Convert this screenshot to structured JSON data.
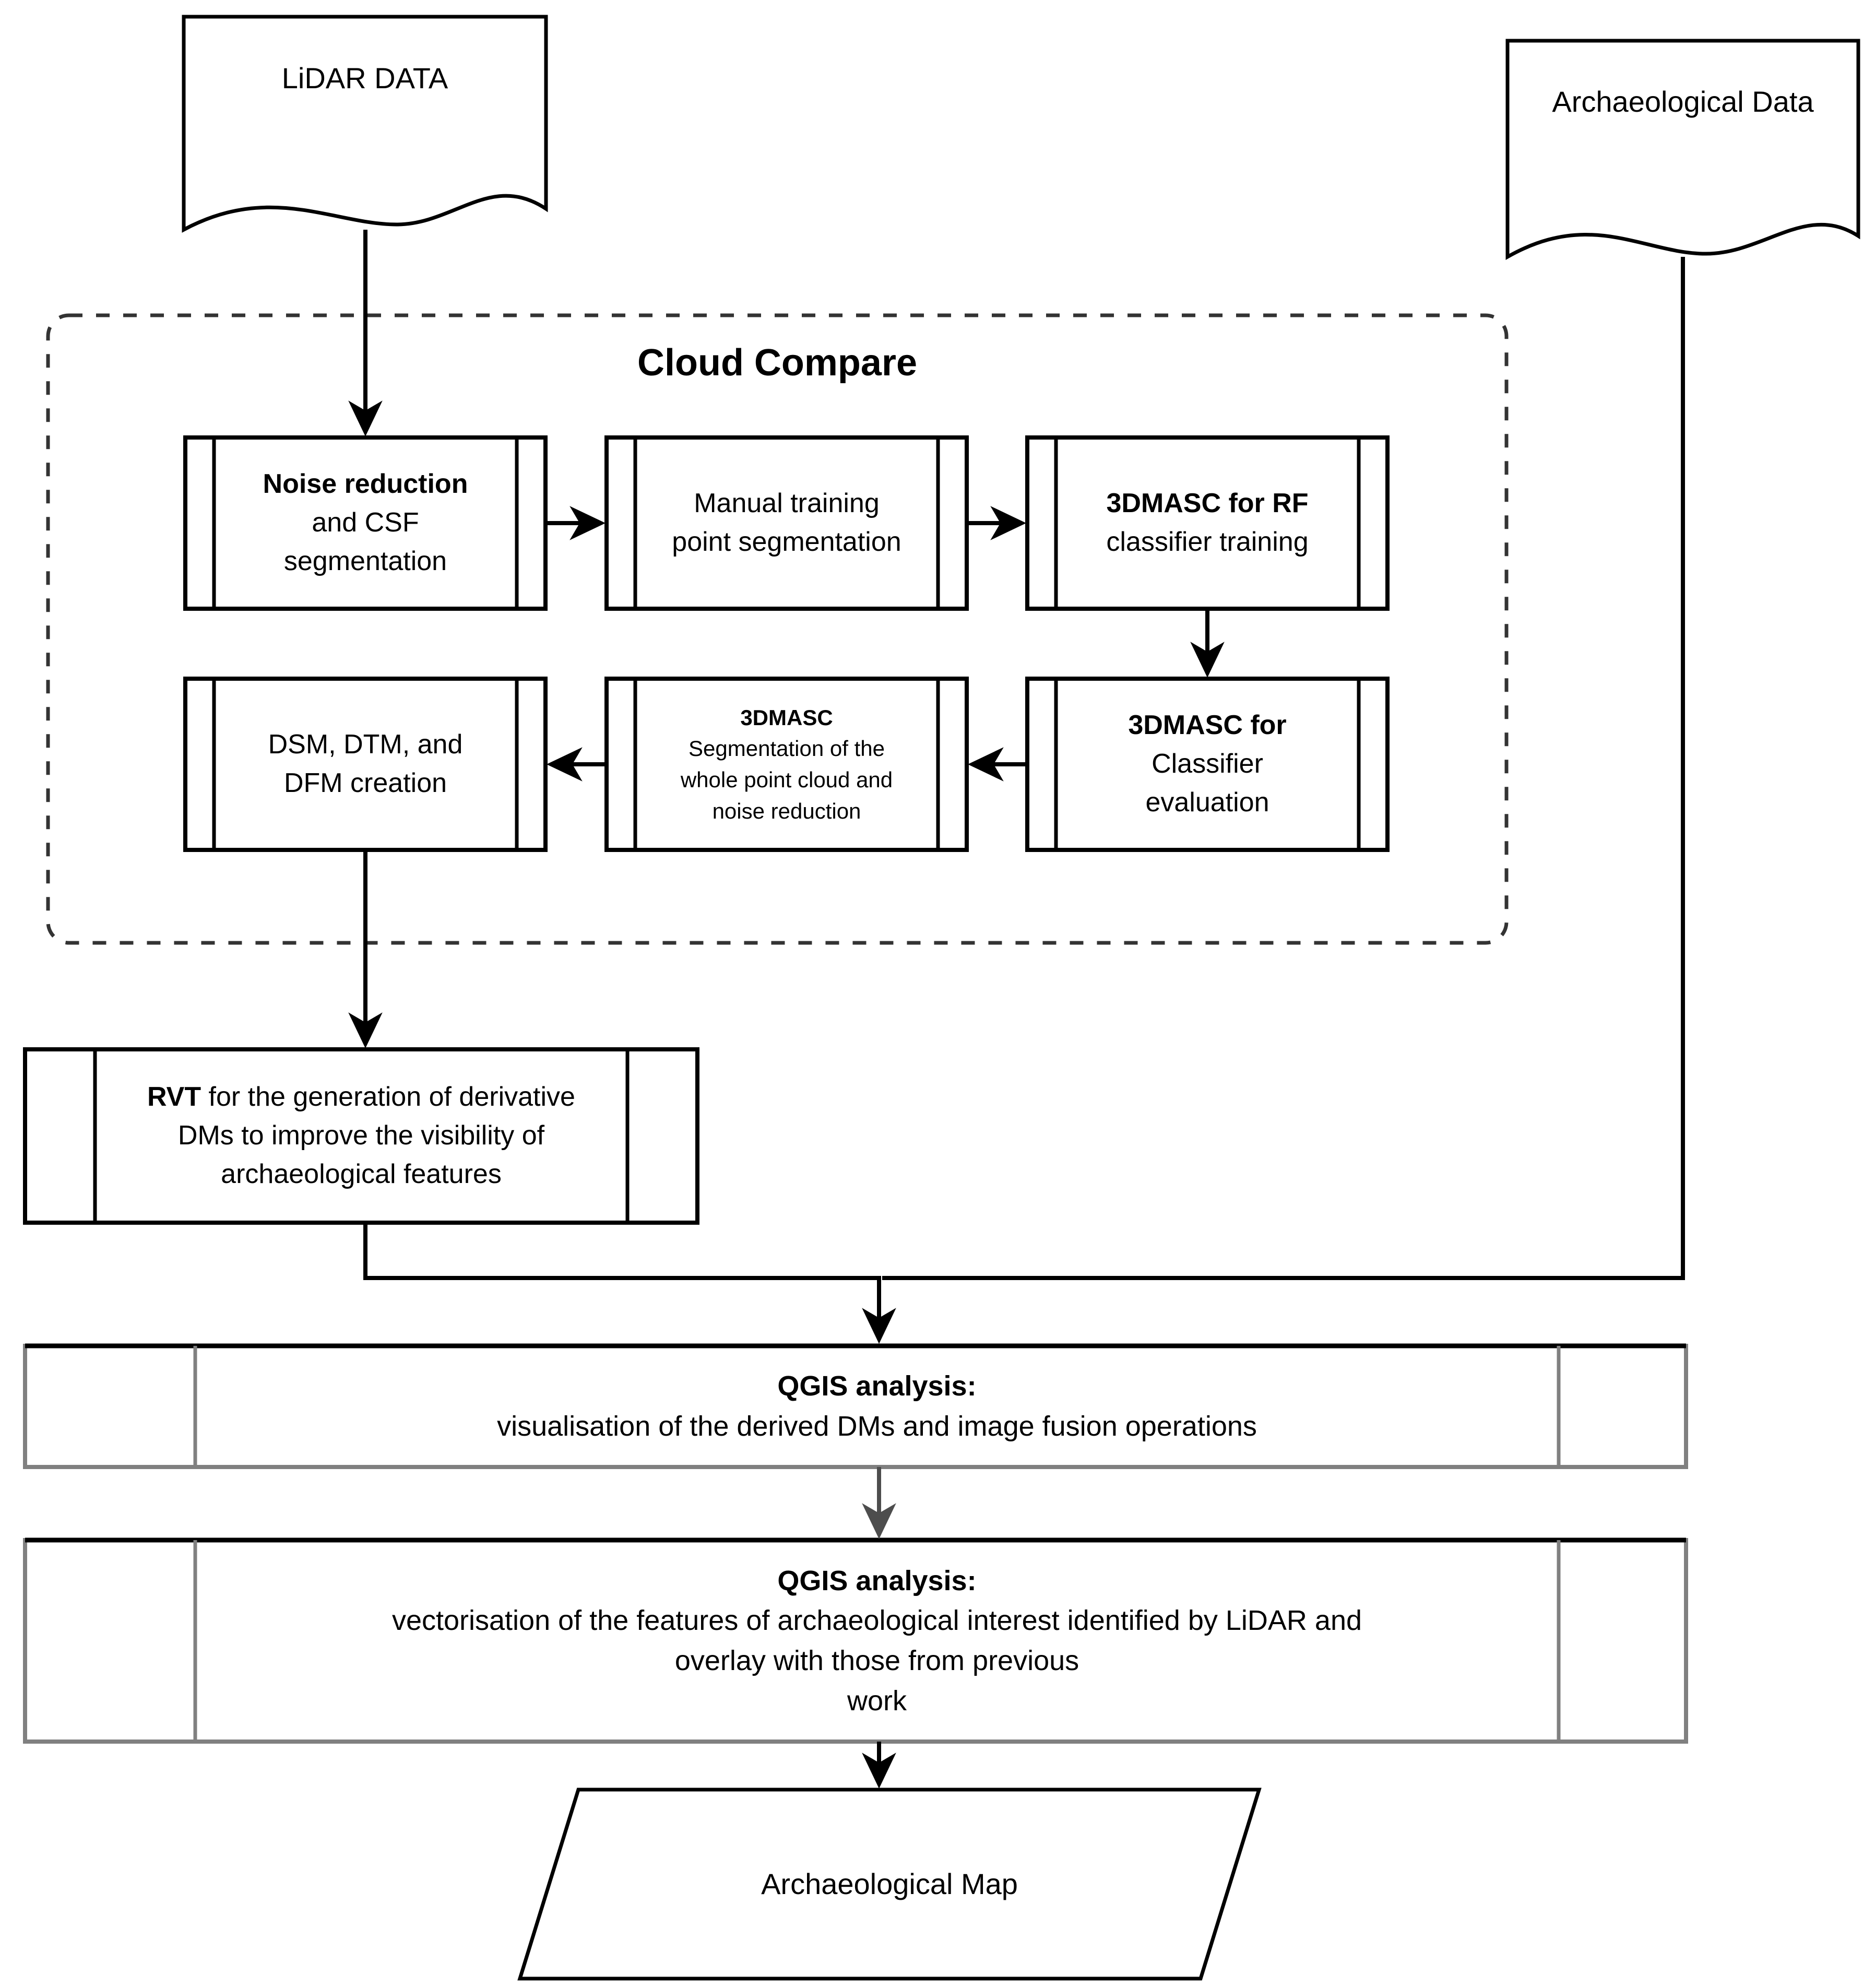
{
  "diagram": {
    "title": "LiDAR archaeological data processing workflow",
    "colors": {
      "stroke": "#000000",
      "stroke_gray": "#808080",
      "background": "#ffffff",
      "text": "#000000"
    }
  },
  "inputs": {
    "lidar_data": {
      "label": "LiDAR DATA",
      "shape": "document"
    },
    "archaeological_data": {
      "label": "Archaeological Data",
      "shape": "document"
    }
  },
  "cloud_compare_group": {
    "title": "Cloud Compare",
    "shape": "dashed-rounded-container",
    "steps": [
      {
        "id": "noise-reduction",
        "shape": "predefined-process",
        "lines": [
          {
            "text": "Noise reduction",
            "bold": true
          },
          {
            "text": "and CSF",
            "bold": false
          },
          {
            "text": "segmentation",
            "bold": false
          }
        ]
      },
      {
        "id": "manual-training",
        "shape": "predefined-process",
        "lines": [
          {
            "text": "Manual training",
            "bold": false
          },
          {
            "text": "point segmentation",
            "bold": false
          }
        ]
      },
      {
        "id": "rf-classifier-training",
        "shape": "predefined-process",
        "lines": [
          {
            "text": "3DMASC for RF",
            "bold": true
          },
          {
            "text": "classifier training",
            "bold": false
          }
        ]
      },
      {
        "id": "classifier-evaluation",
        "shape": "predefined-process",
        "lines": [
          {
            "text": "3DMASC for",
            "bold": true
          },
          {
            "text": "Classifier",
            "bold": false
          },
          {
            "text": "evaluation",
            "bold": false
          }
        ]
      },
      {
        "id": "whole-cloud-segmentation",
        "shape": "predefined-process",
        "lines": [
          {
            "text": "3DMASC",
            "bold": true
          },
          {
            "text": "Segmentation of the",
            "bold": false
          },
          {
            "text": "whole point cloud and",
            "bold": false
          },
          {
            "text": "noise reduction",
            "bold": false
          }
        ]
      },
      {
        "id": "dsm-dtm-dfm",
        "shape": "predefined-process",
        "lines": [
          {
            "text": "DSM, DTM, and",
            "bold": false
          },
          {
            "text": "DFM creation",
            "bold": false
          }
        ]
      }
    ]
  },
  "rvt_step": {
    "id": "rvt-generation",
    "shape": "predefined-process",
    "lines": [
      {
        "text": "RVT for the generation of derivative",
        "bold": false,
        "lead_bold": "RVT"
      },
      {
        "text": "DMs to improve the visibility of",
        "bold": false
      },
      {
        "text": "archaeological features",
        "bold": false
      }
    ],
    "line1_bold_part": "RVT",
    "line1_rest": " for the generation of derivative"
  },
  "qgis_visualisation": {
    "id": "qgis-visualisation",
    "shape": "predefined-process",
    "lines": [
      {
        "text": "QGIS analysis:",
        "bold": true
      },
      {
        "text": "visualisation of the derived DMs and image fusion operations",
        "bold": false
      }
    ]
  },
  "qgis_vectorisation": {
    "id": "qgis-vectorisation",
    "shape": "predefined-process",
    "lines": [
      {
        "text": "QGIS analysis:",
        "bold": true
      },
      {
        "text": "vectorisation of the features of archaeological interest identified by LiDAR and",
        "bold": false
      },
      {
        "text": "overlay with those from previous",
        "bold": false
      },
      {
        "text": "work",
        "bold": false
      }
    ]
  },
  "output": {
    "archaeological_map": {
      "label": "Archaeological Map",
      "shape": "parallelogram"
    }
  }
}
